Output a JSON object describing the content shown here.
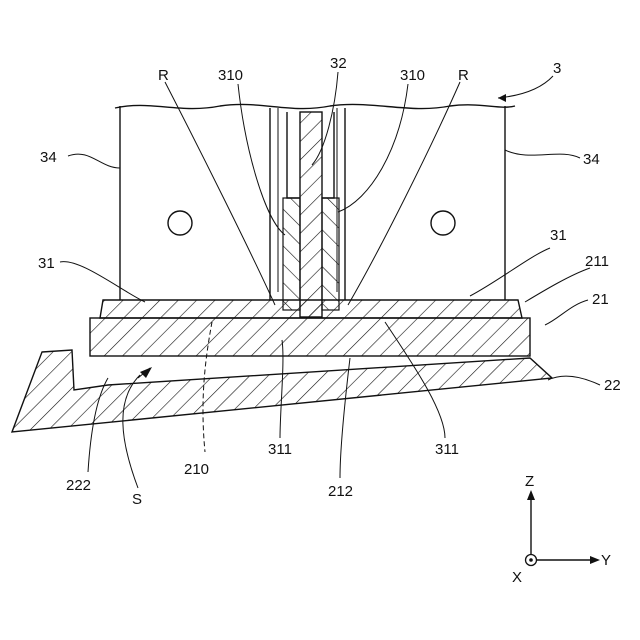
{
  "labels": {
    "assembly": "3",
    "outer_wall_left": "34",
    "outer_wall_right": "34",
    "center_wall": "32",
    "inner_wall_left": "310",
    "inner_wall_right": "310",
    "radius_left": "R",
    "radius_right": "R",
    "base_left": "31",
    "base_right": "31",
    "plate": "21",
    "plate_edge": "211",
    "plate_top": "210",
    "plate_bottom": "212",
    "foot_left": "311",
    "foot_right": "311",
    "wedge": "22",
    "wedge_surface": "222",
    "gap": "S"
  },
  "axes": {
    "z": "Z",
    "y": "Y",
    "x": "X"
  }
}
